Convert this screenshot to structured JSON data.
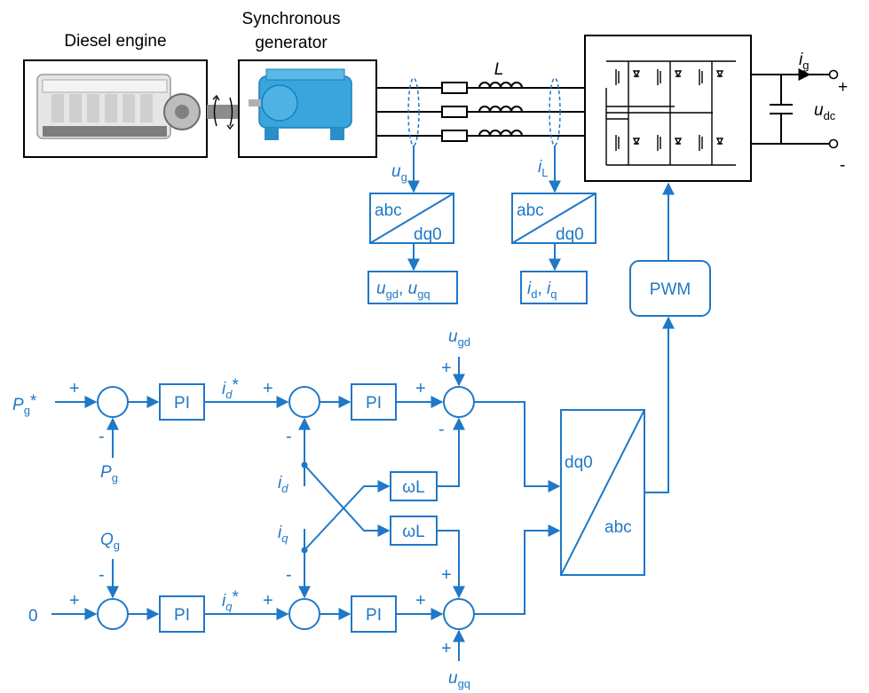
{
  "colors": {
    "control": "#1f78c8",
    "power": "#000000",
    "engine_fill": "#e6e6e6",
    "generator_fill": "#3aa4dc",
    "shaft": "#8c8c8c"
  },
  "labels": {
    "diesel_engine": "Diesel engine",
    "synchronous": "Synchronous",
    "generator": "generator",
    "inductor": "L",
    "ug_main": "u",
    "ug_sub": "g",
    "il_main": "i",
    "il_sub": "L",
    "ig_main": "i",
    "ig_sub": "g",
    "udc_main": "u",
    "udc_sub": "dc",
    "plus": "+",
    "minus": "-"
  },
  "transform_ug": {
    "top": "abc",
    "bottom": "dq0",
    "out_u1": "u",
    "out_s1": "gd",
    "sep": ", ",
    "out_u2": "u",
    "out_s2": "gq"
  },
  "transform_il": {
    "top": "abc",
    "bottom": "dq0",
    "out_u1": "i",
    "out_s1": "d",
    "sep": ", ",
    "out_u2": "i",
    "out_s2": "q"
  },
  "pwm": "PWM",
  "inverse_transform": {
    "top": "dq0",
    "bottom": "abc"
  },
  "controller": {
    "pi": "PI",
    "pg_ref_main": "P",
    "pg_ref_sub": "g",
    "pg_ref_star": "*",
    "pg_fb_main": "P",
    "pg_fb_sub": "g",
    "qg_fb_main": "Q",
    "qg_fb_sub": "g",
    "q_ref": "0",
    "id_ref_main": "i",
    "id_ref_sub": "d",
    "id_ref_star": "*",
    "iq_ref_main": "i",
    "iq_ref_sub": "q",
    "iq_ref_star": "*",
    "id_fb_main": "i",
    "id_fb_sub": "d",
    "iq_fb_main": "i",
    "iq_fb_sub": "q",
    "omega_l": "ωL",
    "ugd_ff_main": "u",
    "ugd_ff_sub": "gd",
    "ugq_ff_main": "u",
    "ugq_ff_sub": "gq"
  }
}
